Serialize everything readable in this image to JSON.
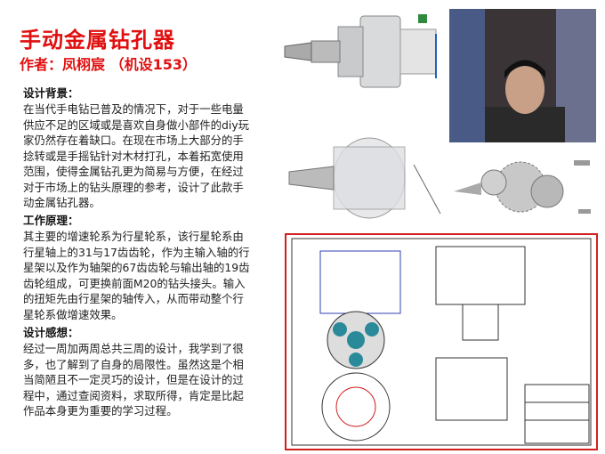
{
  "title": "手动金属钻孔器",
  "author": "作者：凤栩宸 （机设153）",
  "sections": [
    {
      "heading": "设计背景：",
      "lines": [
        "在当代手电钻已普及的情况下，对于一些电量",
        "供应不足的区域或是喜欢自身做小部件的diy玩",
        "家仍然存在着缺口。在现在市场上大部分的手",
        "捻转或是手摇钻针对木材打孔，本着拓宽使用",
        "范围，使得金属钻孔更为简易与方便，在经过",
        "对于市场上的钻头原理的参考，设计了此款手",
        "动金属钻孔器。"
      ]
    },
    {
      "heading": "工作原理：",
      "lines": [
        "其主要的增速轮系为行星轮系，该行星轮系由",
        "行星轴上的31与17齿齿轮，作为主输入轴的行",
        "星架以及作为轴架的67齿齿轮与输出轴的19齿",
        "齿轮组成，可更换前面M20的钻头接头。输入",
        "的扭矩先由行星架的轴传入，从而带动整个行",
        "星轮系做增速效果。"
      ]
    },
    {
      "heading": "设计感想：",
      "lines": [
        "经过一周加两周总共三周的设计，我学到了很",
        "多，也了解到了自身的局限性。虽然这是个相",
        "当简陋且不一定灵巧的设计，但是在设计的过",
        "程中，通过查阅资料，求取所得，肯定是比起",
        "作品本身更为重要的学习过程。"
      ]
    }
  ],
  "colors": {
    "title": "#e01010",
    "drawing_border": "#d02020"
  }
}
